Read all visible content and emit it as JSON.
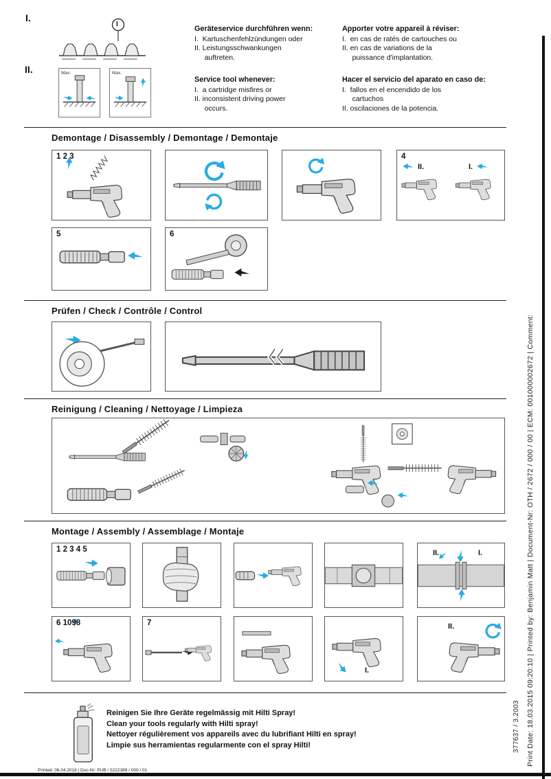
{
  "accent": "#29abe2",
  "roman": {
    "i": "I.",
    "ii": "II."
  },
  "top": {
    "label_i": "I.",
    "label_ii": "II.",
    "circle_label": "I",
    "max_label": "Max.",
    "de": {
      "title": "Geräteservice durchführen wenn:",
      "lines": [
        "I.  Kartuschenfehlzündungen oder",
        "II. Leistungsschwankungen",
        "     auftreten."
      ]
    },
    "fr": {
      "title": "Apporter votre appareil à réviser:",
      "lines": [
        "I.  en cas de ratés de cartouches ou",
        "II. en cas de variations de la",
        "     puissance d'implantation."
      ]
    },
    "en": {
      "title": "Service tool whenever:",
      "lines": [
        "I.  a cartridge misfires or",
        "II. inconsistent driving power",
        "     occurs."
      ]
    },
    "es": {
      "title": "Hacer el servicio del aparato en caso de:",
      "lines": [
        "I.  fallos en el encendido de los",
        "     cartuchos",
        "II. oscilaciones de la potencia."
      ]
    }
  },
  "sections": {
    "disassembly": {
      "title": "Demontage / Disassembly / Demontage / Demontaje",
      "steps": {
        "row1": "1 2 3",
        "s4": "4",
        "s5": "5",
        "s6": "6"
      }
    },
    "check": {
      "title": "Prüfen / Check / Contrôle / Control"
    },
    "cleaning": {
      "title": "Reinigung / Cleaning / Nettoyage / Limpieza"
    },
    "assembly": {
      "title": "Montage / Assembly / Assemblage / Montaje",
      "steps": {
        "row1": "1 2 3 4 5",
        "s6": "6 1098",
        "s7": "7"
      }
    }
  },
  "footer": {
    "spray_lines": [
      "Reinigen Sie Ihre Geräte regelmässig mit Hilti Spray!",
      "Clean your tools regularly with Hilti spray!",
      "Nettoyer régulièrement vos appareils avec du lubrifiant Hilti en spray!",
      "Limpie sus herramientas regularmente con el spray Hilti!"
    ],
    "print_note": "Printed: 06.04.2018 | Doc-Nr: PUB / 5222389 / 000 / 01"
  },
  "sidebar": {
    "vertical_text": "Print Date: 18.03.2015 09:20:10 | Printed by: Benjamin Matt | Document-Nr: OTH / 2672 / 000 / 00 | ECM: 001000002672 | Comment:",
    "doc_number": "377637 / 3.2003"
  }
}
